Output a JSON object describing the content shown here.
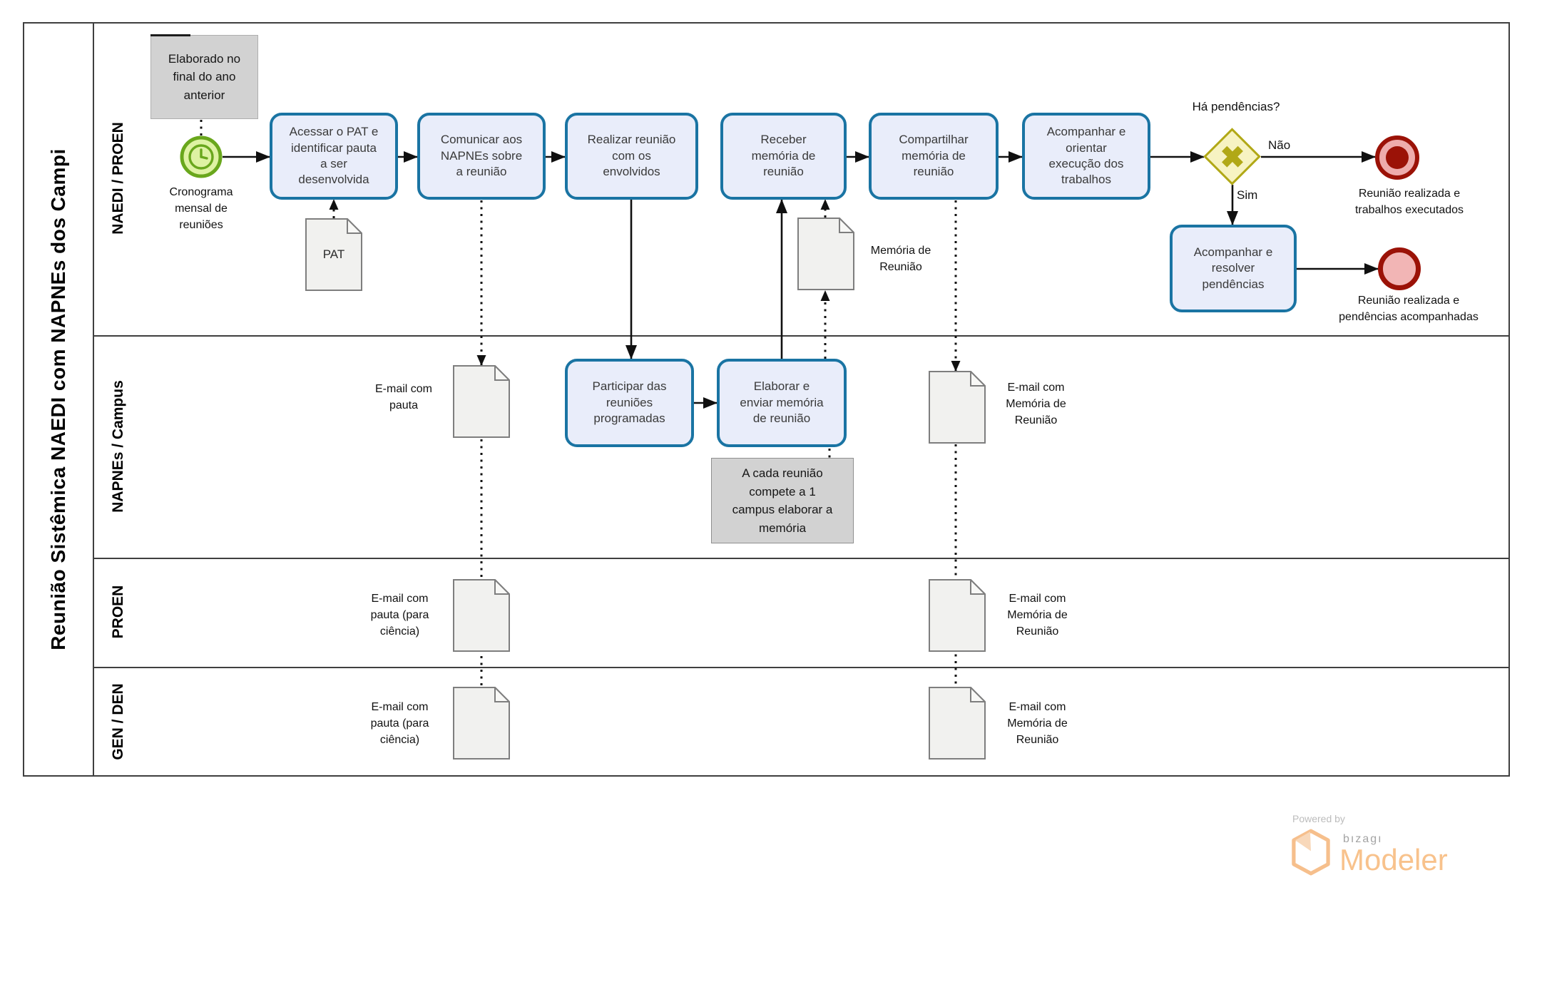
{
  "pool": {
    "title": "Reunião Sistêmica NAEDI com NAPNEs dos Campi"
  },
  "lanes": [
    {
      "label": "NAEDI / PROEN"
    },
    {
      "label": "NAPNEs / Campus"
    },
    {
      "label": "PROEN"
    },
    {
      "label": "GEN / DEN"
    }
  ],
  "events": {
    "start_timer": {
      "label": "Cronograma\nmensal de\nreuniões"
    },
    "end_no": {
      "label": "Reunião realizada e\ntrabalhos executados"
    },
    "end_yes": {
      "label": "Reunião realizada e\npendências acompanhadas"
    }
  },
  "tasks": {
    "acessar_pat": "Acessar o PAT e\nidentificar pauta\na ser\ndesenvolvida",
    "comunicar": "Comunicar aos\nNAPNEs sobre\na reunião",
    "realizar": "Realizar reunião\ncom os\nenvolvidos",
    "receber": "Receber\nmemória de\nreunião",
    "compartilhar": "Compartilhar\nmemória de\nreunião",
    "acompanhar_orientar": "Acompanhar e\norientar\nexecução dos\ntrabalhos",
    "acompanhar_resolver": "Acompanhar e\nresolver\npendências",
    "participar": "Participar das\nreuniões\nprogramadas",
    "elaborar": "Elaborar e\nenviar memória\nde reunião"
  },
  "gateway": {
    "question": "Há pendências?",
    "no": "Não",
    "yes": "Sim",
    "x_icon": "✖"
  },
  "annotations": {
    "schedule": "Elaborado no\nfinal do ano\nanterior",
    "memoria": "A cada reunião\ncompete a 1\ncampus elaborar a\nmemória"
  },
  "documents": {
    "pat": "PAT",
    "memoria": "Memória de\nReunião",
    "email_pauta": "E-mail com\npauta",
    "email_memoria": "E-mail com\nMemória de\nReunião",
    "email_pauta_ciencia": "E-mail com\npauta (para\nciência)"
  },
  "footer": {
    "powered_by": "Powered by",
    "brand": "bızagı",
    "product": "Modeler"
  }
}
